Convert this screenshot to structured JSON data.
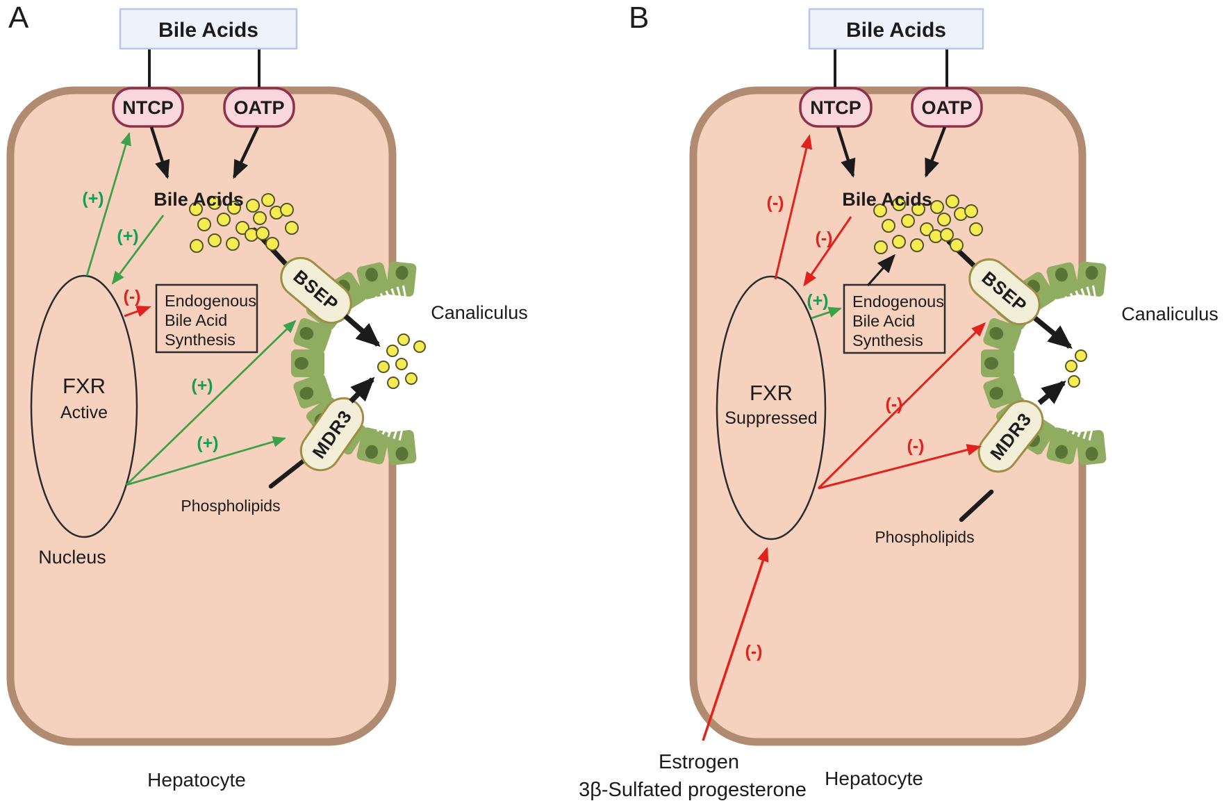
{
  "figure": {
    "description": "Two-panel hepatocyte bile-acid transport diagram",
    "colors": {
      "background": "#ffffff",
      "cell_fill": "#f6d1bd",
      "cell_border": "#b18b71",
      "transporter_fill": "#f9d7dd",
      "transporter_border": "#8e3049",
      "bile_acids_box_fill": "#eef2fb",
      "bile_acids_box_border": "#b9c6e6",
      "pump_fill": "#f2eed7",
      "pump_border": "#9d8d45",
      "canaliculus_cell_fill": "#8fac60",
      "canaliculus_nucleus_fill": "#597434",
      "bile_dot_fill": "#f6ec52",
      "bile_dot_border": "#55542a",
      "positive_sign_green": "#149e57",
      "arrow_green": "#3da14c",
      "negative_red": "#e3201b",
      "arrow_black": "#1b1b1b"
    }
  },
  "panel_a": {
    "panel_label": "A",
    "bile_acids_source": "Bile Acids",
    "ntcp": "NTCP",
    "oatp": "OATP",
    "bile_acids_intracellular": "Bile Acids",
    "bsep": "BSEP",
    "mdr3": "MDR3",
    "canaliculus": "Canaliculus",
    "endogenous_lines": [
      "Endogenous",
      "Bile Acid",
      "Synthesis"
    ],
    "fxr_name": "FXR",
    "fxr_state": "Active",
    "nucleus": "Nucleus",
    "phospholipids": "Phospholipids",
    "hepatocyte": "Hepatocyte",
    "sign_to_ntcp": "(+)",
    "sign_from_bile_acids": "(+)",
    "sign_to_synthesis": "(-)",
    "sign_to_bsep": "(+)",
    "sign_to_mdr3": "(+)"
  },
  "panel_b": {
    "panel_label": "B",
    "bile_acids_source": "Bile Acids",
    "ntcp": "NTCP",
    "oatp": "OATP",
    "bile_acids_intracellular": "Bile Acids",
    "bsep": "BSEP",
    "mdr3": "MDR3",
    "canaliculus": "Canaliculus",
    "endogenous_lines": [
      "Endogenous",
      "Bile Acid",
      "Synthesis"
    ],
    "fxr_name": "FXR",
    "fxr_state": "Suppressed",
    "phospholipids": "Phospholipids",
    "hepatocyte": "Hepatocyte",
    "inhibitor_line1": "Estrogen",
    "inhibitor_line2": "3β-Sulfated progesterone",
    "sign_to_ntcp": "(-)",
    "sign_from_bile_acids": "(-)",
    "sign_to_synthesis": "(+)",
    "sign_to_bsep": "(-)",
    "sign_to_mdr3": "(-)",
    "sign_estrogen": "(-)"
  }
}
